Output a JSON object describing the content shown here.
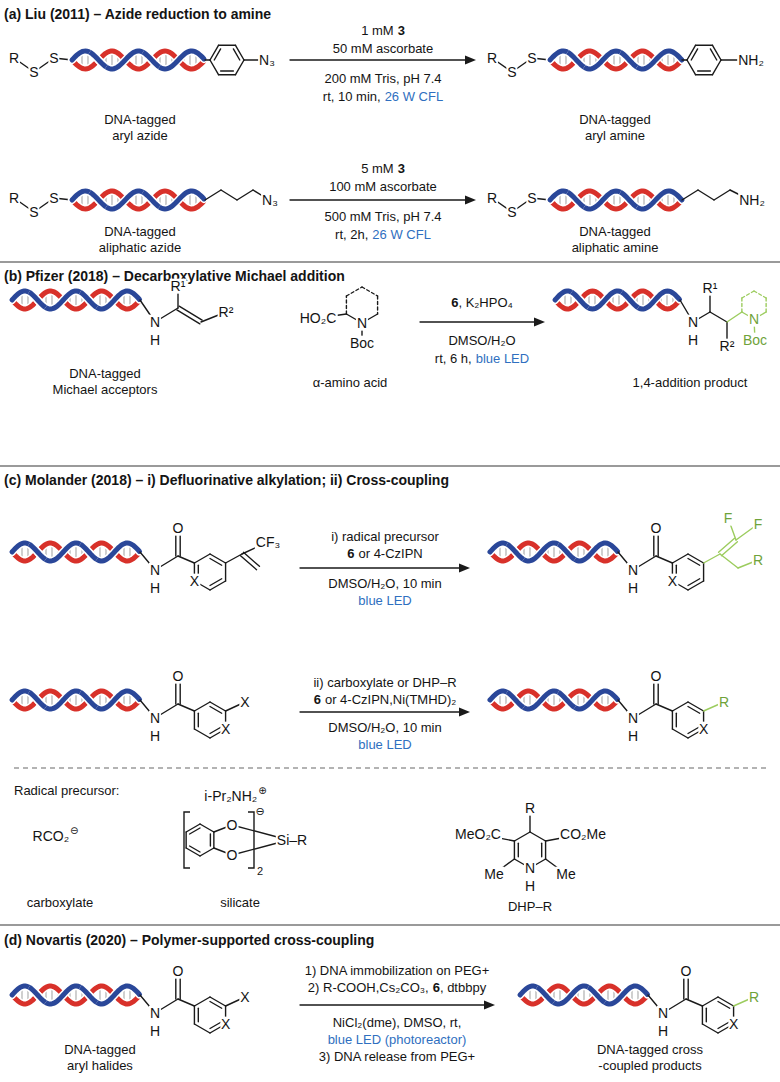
{
  "diagram": {
    "labels": [
      "(a) Liu (2011) – Azide reduction to amine",
      "R",
      "S",
      "S",
      "N₃",
      "1 mM",
      "3",
      "50 mM ascorbate",
      "200 mM Tris, pH 7.4",
      "rt, 10 min,",
      "26 W CFL",
      "R",
      "S",
      "S",
      "NH₂",
      "DNA-tagged aryl azide",
      "DNA-tagged aryl amine",
      "R",
      "S",
      "S",
      "N₃",
      "5 mM",
      "3",
      "100 mM ascorbate",
      "500 mM Tris, pH 7.4",
      "rt, 2h,",
      "26 W CFL",
      "R",
      "S",
      "S",
      "NH₂",
      "DNA-tagged aliphatic azide",
      "DNA-tagged aliphatic amine",
      "(b) Pfizer (2018) – Decarboxylative Michael addition",
      "N",
      "H",
      "R¹",
      "R²",
      "HO₂C",
      "N",
      "Boc",
      "6",
      ", K₂HPO₄",
      "DMSO/H₂O",
      "rt, 6 h,",
      "blue LED",
      "N",
      "H",
      "R¹",
      "R²",
      "N",
      "Boc",
      "DNA-tagged Michael acceptors",
      "α-amino acid",
      "1,4-addition product",
      "(c) Molander (2018) – i) Defluorinative alkylation; ii) Cross-coupling",
      "N",
      "H",
      "O",
      "X",
      "CF₃",
      "i) radical precursor",
      "6",
      "or 4-CzIPN",
      "DMSO/H₂O, 10 min",
      "blue LED",
      "N",
      "H",
      "O",
      "X",
      "F",
      "F",
      "R",
      "N",
      "H",
      "O",
      "X",
      "X",
      "ii) carboxylate or DHP–R",
      "6",
      "or 4-CzIPN,Ni(TMHD)₂",
      "DMSO/H₂O, 10 min",
      "blue LED",
      "N",
      "H",
      "O",
      "X",
      "R",
      "Radical precursor:",
      "RCO₂",
      "⊖",
      "i-Pr₂NH₂",
      "⊕",
      "O",
      "O",
      "⊖",
      "2",
      "Si–R",
      "R",
      "MeO₂C",
      "CO₂Me",
      "Me",
      "N",
      "Me",
      "H",
      "carboxylate",
      "silicate",
      "DHP–R",
      "(d) Novartis (2020) – Polymer-supported cross-coupling",
      "N",
      "H",
      "O",
      "X",
      "X",
      "1) DNA immobilization on PEG+",
      "2) R-COOH,Cs₂CO₃,",
      "6",
      ", dtbbpy",
      "NiCl₂(dme), DMSO, rt,",
      "blue LED (photoreactor)",
      "3) DNA release from PEG+",
      "N",
      "H",
      "O",
      "X",
      "R",
      "DNA-tagged aryl halides",
      "DNA-tagged cross -coupled products"
    ]
  }
}
